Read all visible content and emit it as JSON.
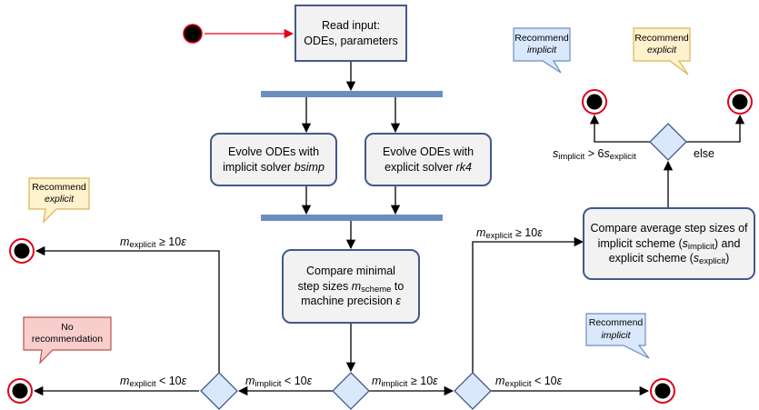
{
  "boxes": {
    "read_input": [
      "Read input:",
      "ODEs, parameters"
    ],
    "evolve_implicit": {
      "line1": "Evolve ODEs with",
      "line2_prefix": "implicit solver ",
      "line2_solver": "bsimp"
    },
    "evolve_explicit": {
      "line1": "Evolve ODEs with",
      "line2_prefix": "explicit solver ",
      "line2_solver": "rk4"
    },
    "compare_min": {
      "line1": "Compare minimal",
      "line2_prefix": "step sizes ",
      "line2_var": "m",
      "line2_sub": "scheme",
      "line2_suffix": " to",
      "line3_prefix": "machine precision ",
      "line3_var": "ε"
    },
    "compare_avg": {
      "line1": "Compare average step sizes of",
      "line2_prefix": "implicit scheme (",
      "line2_var": "s",
      "line2_sub": "implicit",
      "line2_suffix": ") and",
      "line3_prefix": "explicit scheme (",
      "line3_var": "s",
      "line3_sub": "explicit",
      "line3_suffix": ")"
    }
  },
  "notes": {
    "rec_implicit_top": {
      "line1": "Recommend",
      "line2": "implicit"
    },
    "rec_explicit_top": {
      "line1": "Recommend",
      "line2": "explicit"
    },
    "rec_explicit_left": {
      "line1": "Recommend",
      "line2": "explicit"
    },
    "no_rec": {
      "line1": "No",
      "line2": "recommendation"
    },
    "rec_implicit_bottom": {
      "line1": "Recommend",
      "line2": "implicit"
    }
  },
  "labels": {
    "left_up": {
      "var": "m",
      "sub": "explicit",
      "rel": " ≥ 10",
      "eps": "ε"
    },
    "left_low": {
      "var": "m",
      "sub": "explicit",
      "rel": " < 10",
      "eps": "ε"
    },
    "center_left": {
      "var": "m",
      "sub": "implicit",
      "rel": " < 10",
      "eps": "ε"
    },
    "center_right": {
      "var": "m",
      "sub": "implicit",
      "rel": " ≥ 10",
      "eps": "ε"
    },
    "right_up": {
      "var": "m",
      "sub": "explicit",
      "rel": " ≥ 10",
      "eps": "ε"
    },
    "right_low": {
      "var": "m",
      "sub": "explicit",
      "rel": " < 10",
      "eps": "ε"
    },
    "top_cond": {
      "var": "s",
      "sub": "implicit",
      "rel": " > 6",
      "var2": "s",
      "sub2": "explicit"
    },
    "else": "else"
  },
  "colors": {
    "box_border": "#41598c",
    "box_fill": "#f2f2f2",
    "bar": "#6c8ebf",
    "start_arrow": "#e0001b",
    "end_ring": "#e0001b",
    "note_blue_fill": "#dae8fc",
    "note_blue_border": "#6c8ebf",
    "note_yellow_fill": "#fff2cc",
    "note_yellow_border": "#d6b656",
    "note_red_fill": "#f8cecc",
    "note_red_border": "#b85450"
  }
}
